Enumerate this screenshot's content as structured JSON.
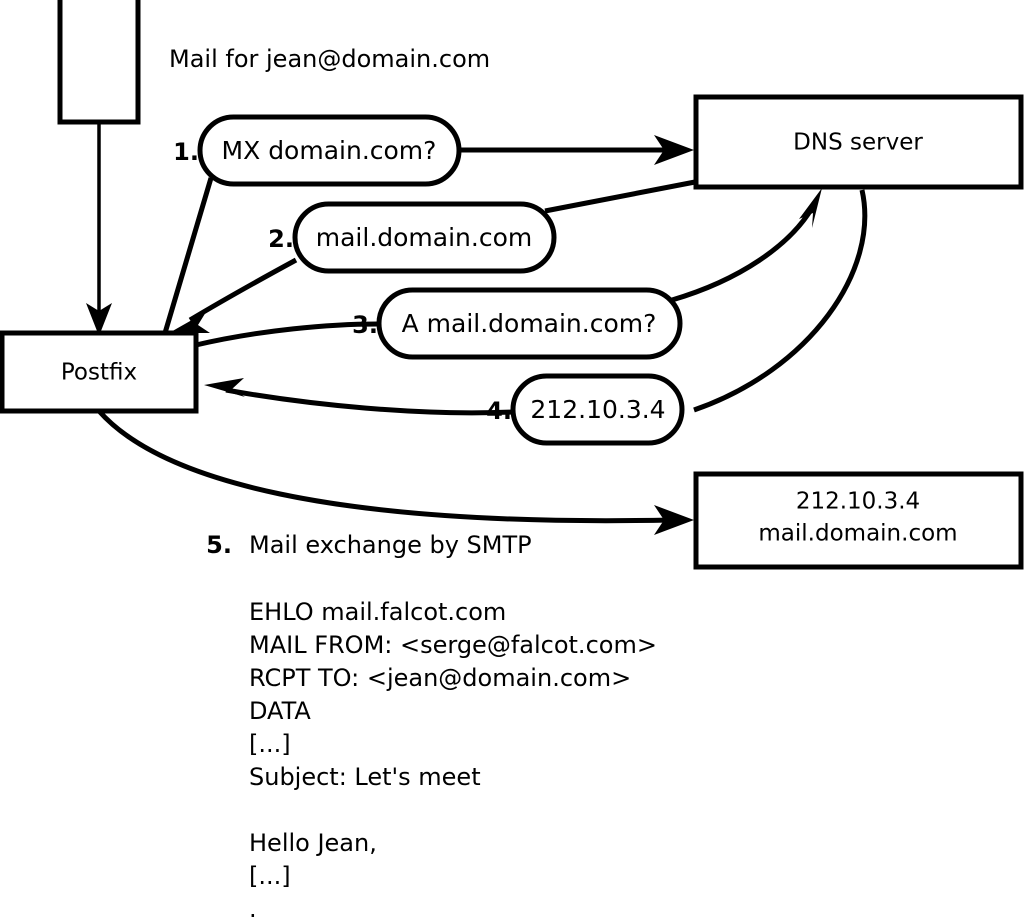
{
  "diagram": {
    "title_caption": "Mail for jean@domain.com",
    "nodes": [
      {
        "id": "source-host",
        "label": ""
      },
      {
        "id": "postfix",
        "label": "Postfix"
      },
      {
        "id": "dns-server",
        "label": "DNS server"
      },
      {
        "id": "remote-mail-server",
        "label_line1": "212.10.3.4",
        "label_line2": "mail.domain.com"
      }
    ],
    "steps": [
      {
        "num": "1.",
        "label": "MX domain.com?"
      },
      {
        "num": "2.",
        "label": "mail.domain.com"
      },
      {
        "num": "3.",
        "label": "A mail.domain.com?"
      },
      {
        "num": "4.",
        "label": "212.10.3.4"
      },
      {
        "num": "5.",
        "label": "Mail exchange by SMTP"
      }
    ],
    "smtp_transcript": [
      "EHLO mail.falcot.com",
      "MAIL FROM: <serge@falcot.com>",
      "RCPT TO: <jean@domain.com>",
      "DATA",
      "[...]",
      "Subject: Let's meet",
      "",
      "Hello Jean,",
      "[...]",
      "."
    ],
    "colors": {
      "stroke": "#000000",
      "fill": "#ffffff"
    }
  }
}
